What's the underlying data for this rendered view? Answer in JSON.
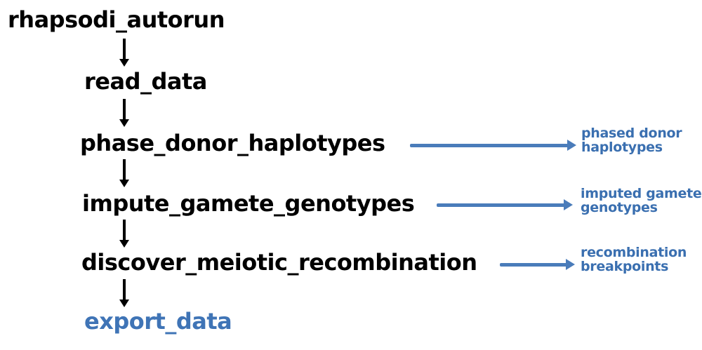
{
  "diagram": {
    "title": "rhapsodi pipeline flowchart",
    "nodes": [
      {
        "id": "rhapsodi_autorun",
        "label": "rhapsodi_autorun"
      },
      {
        "id": "read_data",
        "label": "read_data"
      },
      {
        "id": "phase_donor_haplotypes",
        "label": "phase_donor_haplotypes"
      },
      {
        "id": "impute_gamete_genotypes",
        "label": "impute_gamete_genotypes"
      },
      {
        "id": "discover_meiotic_recombination",
        "label": "discover_meiotic_recombination"
      },
      {
        "id": "export_data",
        "label": "export_data"
      }
    ],
    "outputs": [
      {
        "id": "phased_donor_haplotypes",
        "label": "phased donor\nhaplotypes"
      },
      {
        "id": "imputed_gamete_genotypes",
        "label": "imputed gamete\ngenotypes"
      },
      {
        "id": "recombination_breakpoints",
        "label": "recombination\nbreakpoints"
      }
    ]
  },
  "colors": {
    "node_text": "#000000",
    "final_node_text": "#3f74b6",
    "output_text": "#3a6fb0",
    "flow_arrow": "#4a7cba",
    "down_arrow": "#000000"
  }
}
